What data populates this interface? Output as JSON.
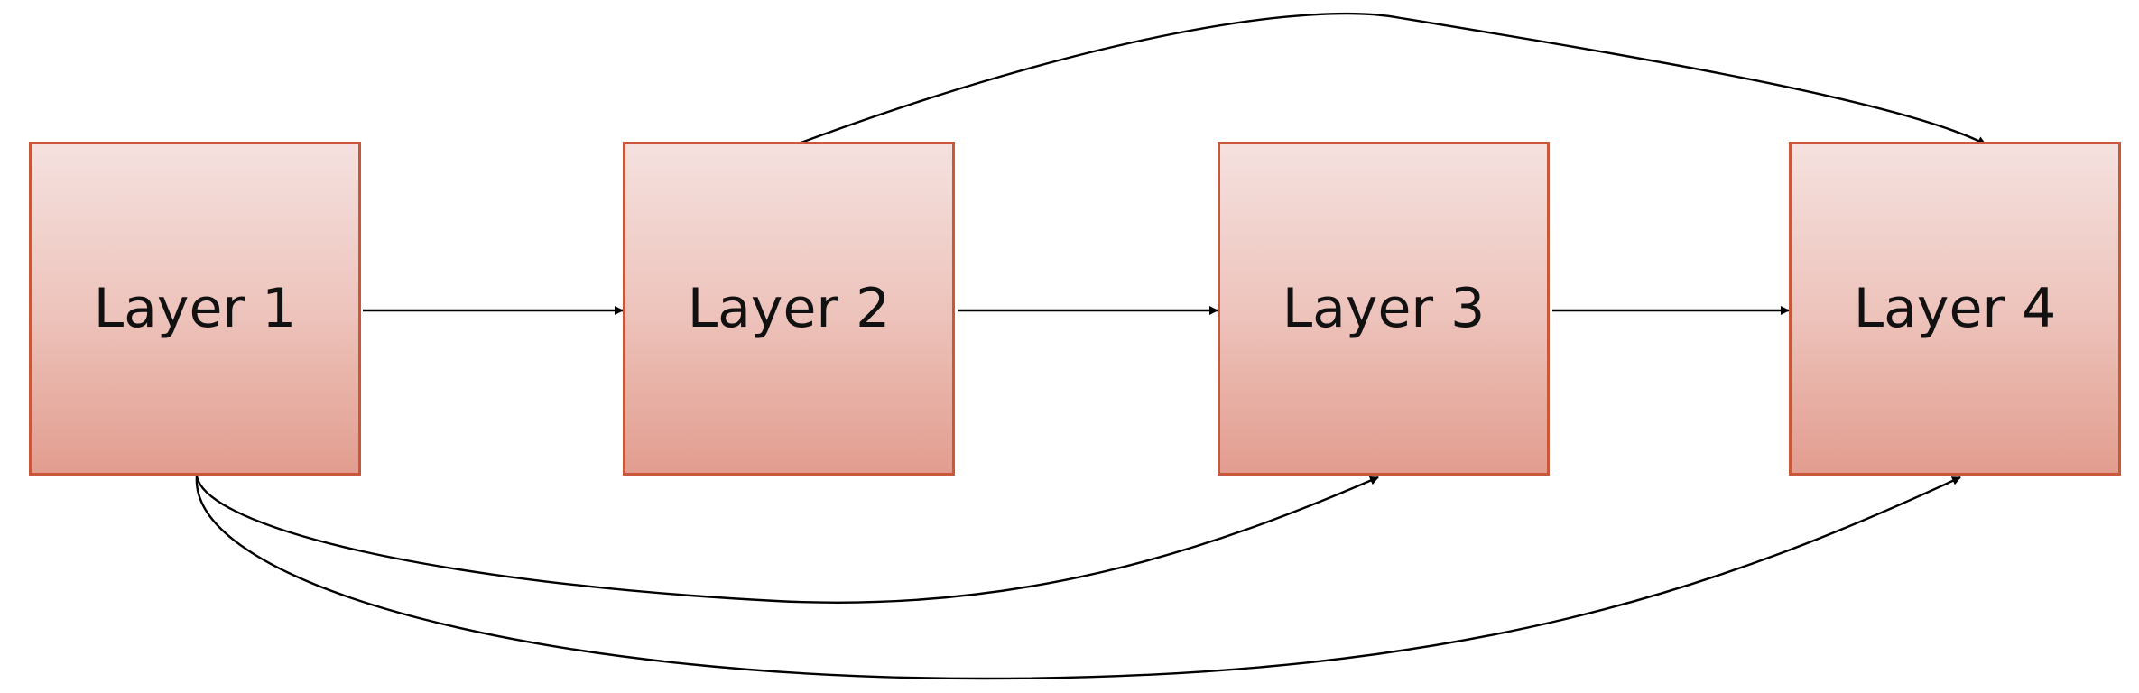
{
  "diagram": {
    "nodes": [
      {
        "id": "layer-1",
        "label": "Layer 1"
      },
      {
        "id": "layer-2",
        "label": "Layer 2"
      },
      {
        "id": "layer-3",
        "label": "Layer 3"
      },
      {
        "id": "layer-4",
        "label": "Layer 4"
      }
    ],
    "edges": [
      {
        "from": "layer-1",
        "to": "layer-2"
      },
      {
        "from": "layer-2",
        "to": "layer-3"
      },
      {
        "from": "layer-3",
        "to": "layer-4"
      },
      {
        "from": "layer-2",
        "to": "layer-4"
      },
      {
        "from": "layer-1",
        "to": "layer-3"
      },
      {
        "from": "layer-1",
        "to": "layer-4"
      }
    ],
    "colors": {
      "node_fill_top": "#f5e1df",
      "node_fill_bottom": "#e29d8f",
      "node_border": "#c9573a",
      "edge": "#000000",
      "label_text": "#111111"
    }
  }
}
